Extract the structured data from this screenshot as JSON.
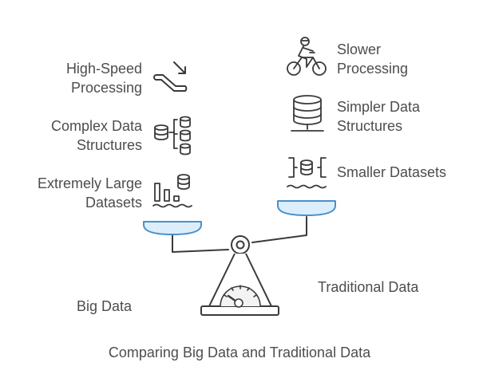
{
  "left": {
    "group_label": "Big Data",
    "items": [
      {
        "line1": "High-Speed",
        "line2": "Processing",
        "icon": "escalator-icon"
      },
      {
        "line1": "Complex Data",
        "line2": "Structures",
        "icon": "complex-database-icon"
      },
      {
        "line1": "Extremely Large",
        "line2": "Datasets",
        "icon": "large-dataset-icon"
      }
    ]
  },
  "right": {
    "group_label": "Traditional Data",
    "items": [
      {
        "line1": "Slower",
        "line2": "Processing",
        "icon": "bicycle-rider-icon"
      },
      {
        "line1": "Simpler Data",
        "line2": "Structures",
        "icon": "database-icon"
      },
      {
        "line1": "Smaller Datasets",
        "line2": "",
        "icon": "small-dataset-icon"
      }
    ]
  },
  "caption": "Comparing Big Data and Traditional Data",
  "colors": {
    "stroke": "#3a3a3a",
    "pan_fill": "#dceefb",
    "pan_stroke": "#4a90c8",
    "gauge_fill": "#f3f3f3"
  }
}
